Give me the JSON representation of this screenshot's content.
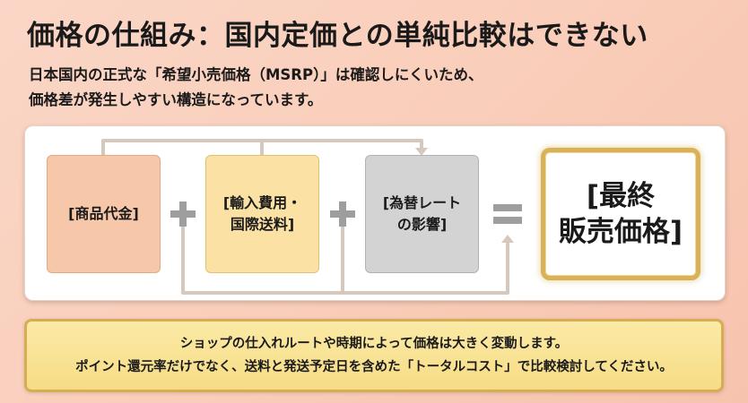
{
  "header": {
    "title": "価格の仕組み：国内定価との単純比較はできない",
    "subtitle_line1": "日本国内の正式な「希望小売価格（MSRP）」は確認しにくいため、",
    "subtitle_line2": "価格差が発生しやすい構造になっています。"
  },
  "diagram": {
    "box_goods": "[商品代金]",
    "box_import_line1": "[輸入費用・",
    "box_import_line2": "国際送料]",
    "box_fx_line1": "[為替レート",
    "box_fx_line2": "の影響]",
    "box_final_line1": "[最終",
    "box_final_line2": "販売価格]",
    "colors": {
      "goods": "#f6c7a8",
      "import": "#fbe2a4",
      "fx": "#d3d3d3",
      "final_border": "#d9b258",
      "operator": "#9e9e9e",
      "connector": "#d5c9bf"
    },
    "operators": [
      "plus-icon",
      "plus-icon",
      "equals-icon"
    ]
  },
  "note": {
    "line1": "ショップの仕入れルートや時期によって価格は大きく変動します。",
    "line2": "ポイント還元率だけでなく、送料と発送予定日を含めた「トータルコスト」で比較検討してください。"
  }
}
